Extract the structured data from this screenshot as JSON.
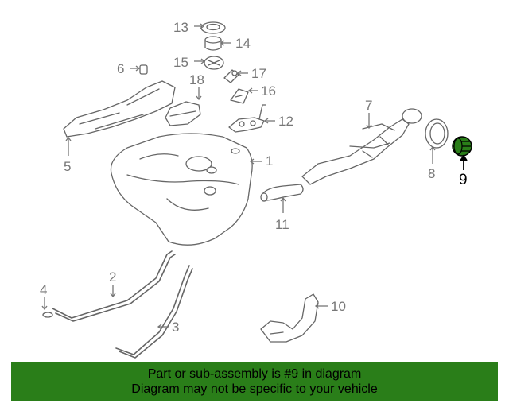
{
  "callouts": [
    {
      "id": "c1",
      "text": "1"
    },
    {
      "id": "c2",
      "text": "2"
    },
    {
      "id": "c3",
      "text": "3"
    },
    {
      "id": "c4",
      "text": "4"
    },
    {
      "id": "c5",
      "text": "5"
    },
    {
      "id": "c6",
      "text": "6"
    },
    {
      "id": "c7",
      "text": "7"
    },
    {
      "id": "c8",
      "text": "8"
    },
    {
      "id": "c9",
      "text": "9"
    },
    {
      "id": "c10",
      "text": "10"
    },
    {
      "id": "c11",
      "text": "11"
    },
    {
      "id": "c12",
      "text": "12"
    },
    {
      "id": "c13",
      "text": "13"
    },
    {
      "id": "c14",
      "text": "14"
    },
    {
      "id": "c15",
      "text": "15"
    },
    {
      "id": "c16",
      "text": "16"
    },
    {
      "id": "c17",
      "text": "17"
    },
    {
      "id": "c18",
      "text": "18"
    }
  ],
  "highlight": {
    "part_number": "9",
    "color": "#2a7e19"
  },
  "banner": {
    "line1": "Part or sub-assembly is #9 in diagram",
    "line2": "Diagram may not be specific to your vehicle"
  }
}
